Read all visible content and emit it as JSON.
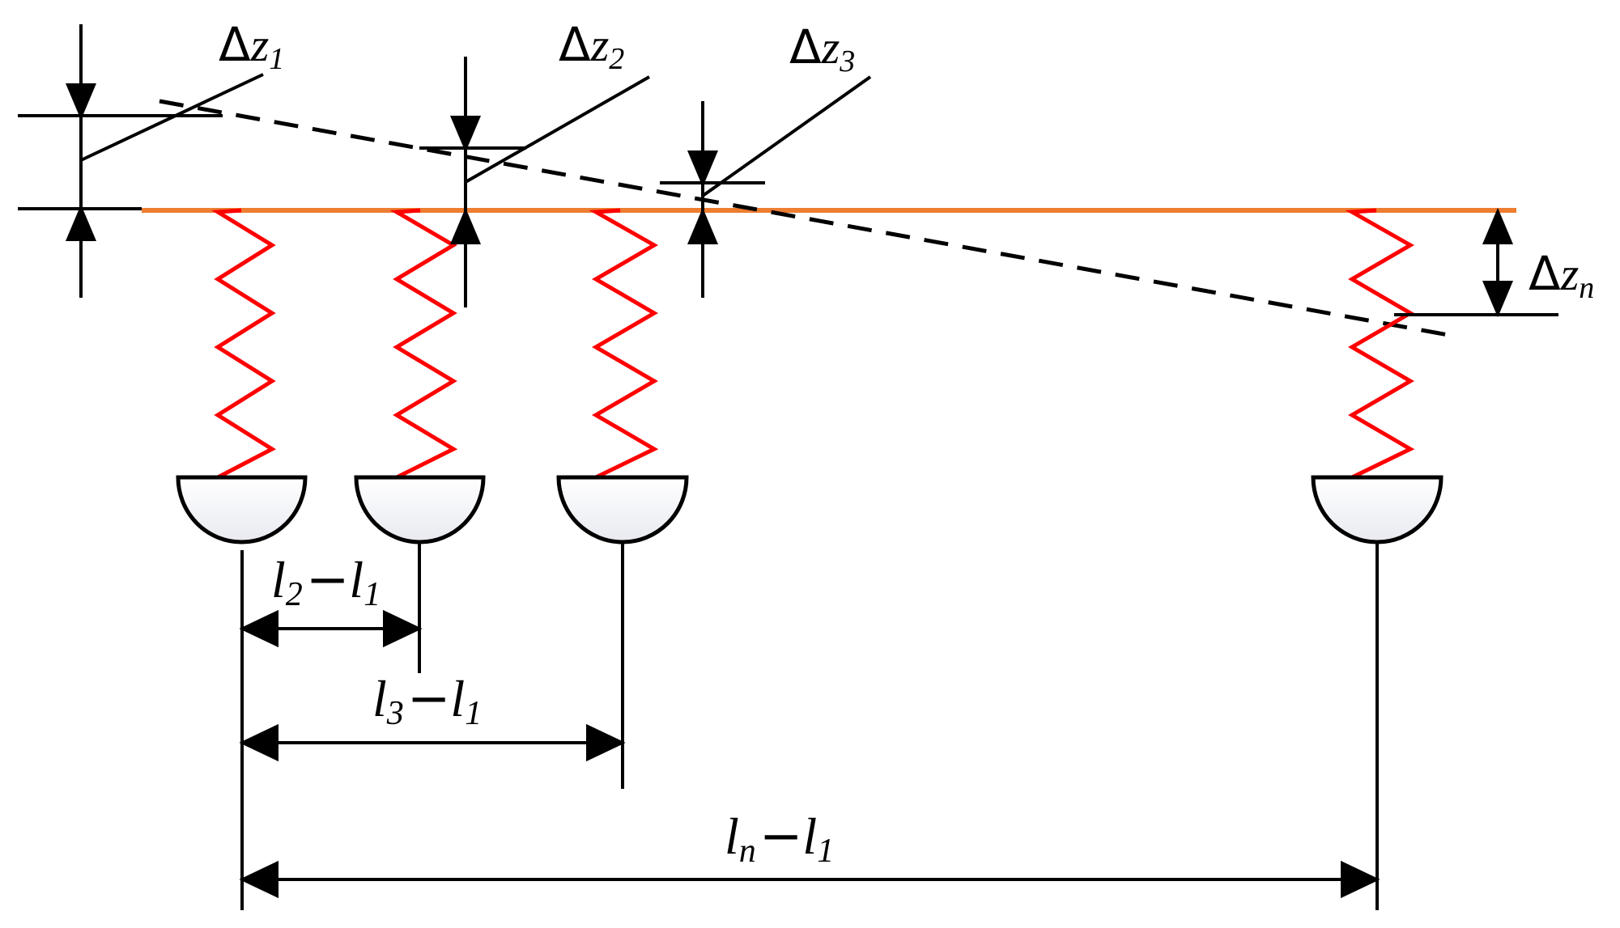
{
  "colors": {
    "beam": "#ED7D31",
    "spring": "#FF0000",
    "line": "#000000",
    "shoe_fill": "#E8EAF0"
  },
  "labels": {
    "dz1": {
      "delta": "Δ",
      "var": "z",
      "sub": "1"
    },
    "dz2": {
      "delta": "Δ",
      "var": "z",
      "sub": "2"
    },
    "dz3": {
      "delta": "Δ",
      "var": "z",
      "sub": "3"
    },
    "dzn": {
      "delta": "Δ",
      "var": "z",
      "sub": "n"
    },
    "l2l1": {
      "a": "l",
      "a_sub": "2",
      "op": "−",
      "b": "l",
      "b_sub": "1"
    },
    "l3l1": {
      "a": "l",
      "a_sub": "3",
      "op": "−",
      "b": "l",
      "b_sub": "1"
    },
    "lnl1": {
      "a": "l",
      "a_sub": "n",
      "op": "−",
      "b": "l",
      "b_sub": "1"
    }
  }
}
